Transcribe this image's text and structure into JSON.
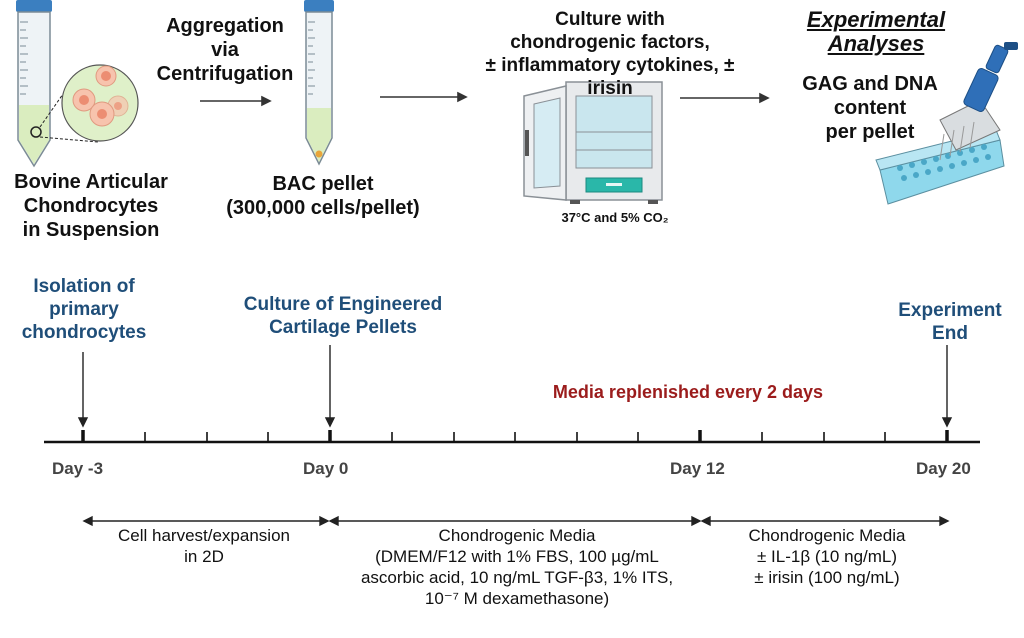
{
  "step1": {
    "title": "Aggregation\nvia\nCentrifugation"
  },
  "tube1_label": "Bovine Articular\nChondrocytes\nin Suspension",
  "pellet": {
    "label": "BAC pellet\n(300,000 cells/pellet)"
  },
  "culture": {
    "title": "Culture with\nchondrogenic factors,\n± inflammatory cytokines, ± irisin",
    "conditions": "37°C and 5% CO₂"
  },
  "analyses": {
    "title": "Experimental\nAnalyses",
    "body": "GAG and DNA\ncontent\nper pellet"
  },
  "timeline": {
    "milestones": {
      "isolation": "Isolation of\nprimary\nchondrocytes",
      "culture_start": "Culture of Engineered\nCartilage Pellets",
      "end": "Experiment\nEnd"
    },
    "media_note": "Media replenished every 2 days",
    "days": [
      "Day -3",
      "Day 0",
      "Day 12",
      "Day 20"
    ]
  },
  "phases": [
    {
      "text": "Cell harvest/expansion\nin 2D"
    },
    {
      "text": "Chondrogenic Media\n(DMEM/F12 with 1% FBS, 100 µg/mL\nascorbic acid, 10 ng/mL TGF-β3, 1% ITS,\n10⁻⁷ M dexamethasone)"
    },
    {
      "text": "Chondrogenic Media\n± IL-1β (10 ng/mL)\n± irisin (100 ng/mL)"
    }
  ],
  "colors": {
    "blue_label": "#1f4e79",
    "red_label": "#9b1c1c",
    "incubator_teal": "#2ab7a9",
    "plate_blue": "#7fd0e8"
  }
}
